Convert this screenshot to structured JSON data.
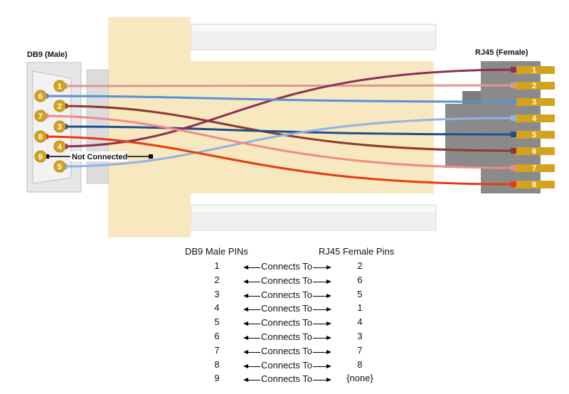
{
  "db9_title": "DB9 (Male)",
  "rj45_title": "RJ45 (Female)",
  "not_connected_label": "Not Connected",
  "db9_pins": [
    "1",
    "2",
    "3",
    "4",
    "5",
    "6",
    "7",
    "8",
    "9"
  ],
  "rj45_pins": [
    "1",
    "2",
    "3",
    "4",
    "5",
    "6",
    "7",
    "8"
  ],
  "wires": [
    {
      "db9": "1",
      "rj45": "2",
      "color": "#d99a90"
    },
    {
      "db9": "2",
      "rj45": "6",
      "color": "#8b3a2e"
    },
    {
      "db9": "3",
      "rj45": "5",
      "color": "#1f4e8c"
    },
    {
      "db9": "4",
      "rj45": "1",
      "color": "#8e2d55"
    },
    {
      "db9": "5",
      "rj45": "4",
      "color": "#8fb4e3"
    },
    {
      "db9": "6",
      "rj45": "3",
      "color": "#5b8fd6"
    },
    {
      "db9": "7",
      "rj45": "7",
      "color": "#f08a8a"
    },
    {
      "db9": "8",
      "rj45": "8",
      "color": "#e83a10"
    }
  ],
  "colors": {
    "housing": "#f8e8bf",
    "rj45_body": "#8a8a8a",
    "rj45_contact": "#d4a21c",
    "db9_pin": "#d4a21c",
    "rail": "#efefef"
  },
  "table": {
    "header_left": "DB9 Male PINs",
    "header_right": "RJ45 Female Pins",
    "connector_text": "Connects To",
    "rows": [
      {
        "db9": "1",
        "rj45": "2"
      },
      {
        "db9": "2",
        "rj45": "6"
      },
      {
        "db9": "3",
        "rj45": "5"
      },
      {
        "db9": "4",
        "rj45": "1"
      },
      {
        "db9": "5",
        "rj45": "4"
      },
      {
        "db9": "6",
        "rj45": "3"
      },
      {
        "db9": "7",
        "rj45": "7"
      },
      {
        "db9": "8",
        "rj45": "8"
      },
      {
        "db9": "9",
        "rj45": "{none}"
      }
    ]
  }
}
